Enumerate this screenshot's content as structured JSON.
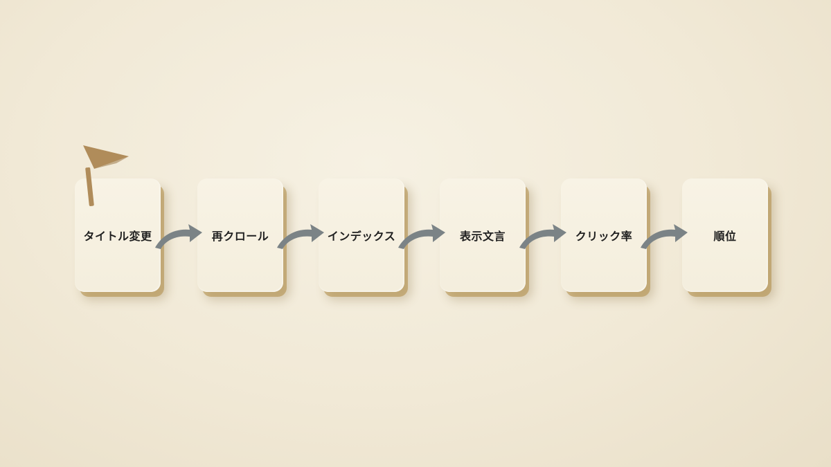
{
  "steps": [
    {
      "label": "タイトル変更"
    },
    {
      "label": "再クロール"
    },
    {
      "label": "インデックス"
    },
    {
      "label": "表示文言"
    },
    {
      "label": "クリック率"
    },
    {
      "label": "順位"
    }
  ],
  "colors": {
    "background": "#f2ebd9",
    "card": "#f6f1e2",
    "card_shadow": "#b08c46",
    "arrow": "#7b8386",
    "flag": "#b08c5a"
  },
  "icons": {
    "start_marker": "flag-icon",
    "connector": "curved-arrow-icon"
  }
}
